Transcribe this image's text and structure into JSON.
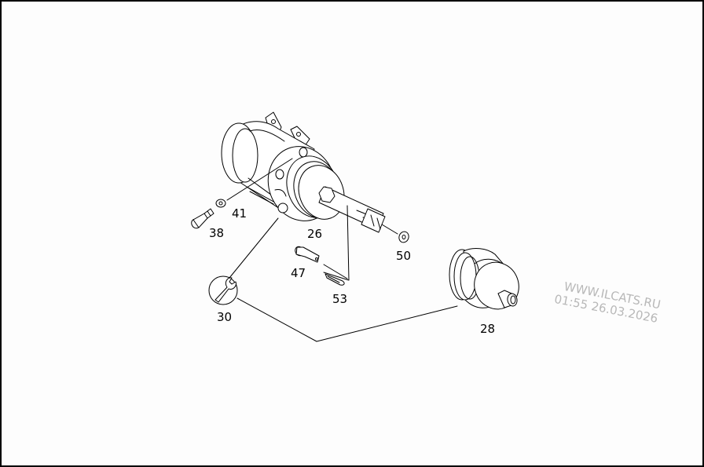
{
  "diagram": {
    "type": "exploded parts view",
    "background": "#fdfdfd",
    "border_color": "#000000",
    "parts": [
      {
        "id": "26",
        "label": "26",
        "description": "cylinder assembly with push rod and clevis"
      },
      {
        "id": "28",
        "label": "28",
        "description": "cap / boot"
      },
      {
        "id": "30",
        "label": "30",
        "description": "tool (wrench symbol)"
      },
      {
        "id": "38",
        "label": "38",
        "description": "bolt"
      },
      {
        "id": "41",
        "label": "41",
        "description": "washer"
      },
      {
        "id": "47",
        "label": "47",
        "description": "pin"
      },
      {
        "id": "50",
        "label": "50",
        "description": "washer"
      },
      {
        "id": "53",
        "label": "53",
        "description": "cotter pin / clip"
      }
    ]
  },
  "callouts": {
    "p26": "26",
    "p28": "28",
    "p30": "30",
    "p38": "38",
    "p41": "41",
    "p47": "47",
    "p50": "50",
    "p53": "53"
  },
  "watermark": {
    "line1": "WWW.ILCATS.RU",
    "line2": "01:55 26.03.2026",
    "color": "#b8b8b8"
  }
}
